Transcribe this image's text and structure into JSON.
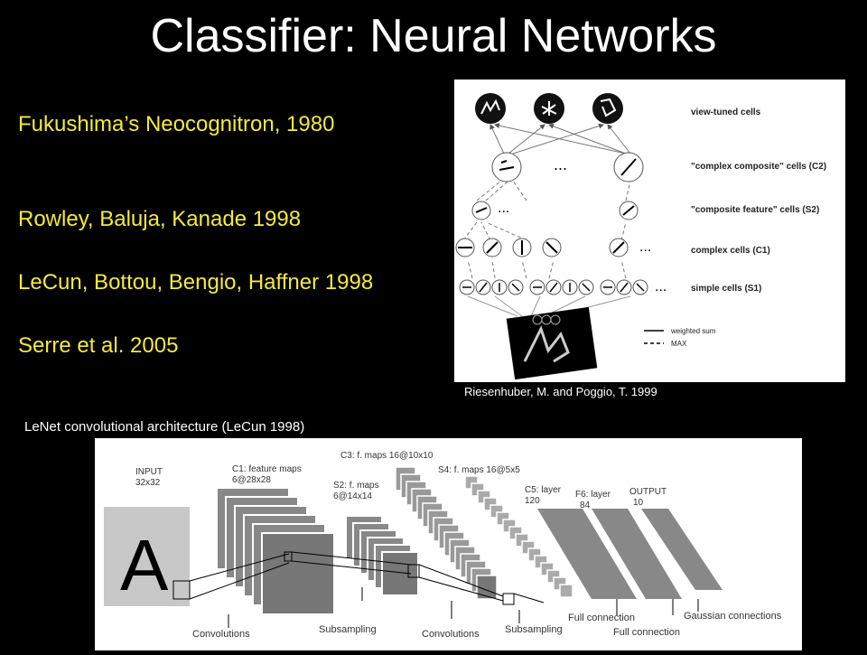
{
  "slide": {
    "title": "Classifier: Neural Networks",
    "refs": [
      "Fukushima’s Neocognitron, 1980",
      "Rowley, Baluja, Kanade 1998",
      "LeCun, Bottou, Bengio, Haffner 1998",
      "Serre et al. 2005"
    ],
    "hmax_caption": "Riesenhuber, M. and Poggio, T. 1999",
    "lenet_caption": "LeNet convolutional architecture (LeCun 1998)"
  },
  "hmax": {
    "layers": [
      "view-tuned cells",
      "\"complex composite\" cells (C2)",
      "\"composite feature\" cells (S2)",
      "complex cells (C1)",
      "simple cells (S1)"
    ],
    "legend": [
      "weighted sum",
      "MAX"
    ],
    "ellipsis": "..."
  },
  "lenet": {
    "stages": [
      {
        "line1": "INPUT",
        "line2": "32x32"
      },
      {
        "line1": "C1: feature maps",
        "line2": "6@28x28"
      },
      {
        "line1": "S2: f. maps",
        "line2": "6@14x14"
      },
      {
        "line1": "C3: f. maps 16@10x10",
        "line2": ""
      },
      {
        "line1": "S4: f. maps 16@5x5",
        "line2": ""
      },
      {
        "line1": "C5: layer",
        "line2": "120"
      },
      {
        "line1": "F6: layer",
        "line2": "84"
      },
      {
        "line1": "OUTPUT",
        "line2": "10"
      }
    ],
    "operations": [
      "Convolutions",
      "Subsampling",
      "Convolutions",
      "Subsampling",
      "Full connection",
      "Full connection",
      "Gaussian connections"
    ],
    "input_glyph": "A"
  }
}
